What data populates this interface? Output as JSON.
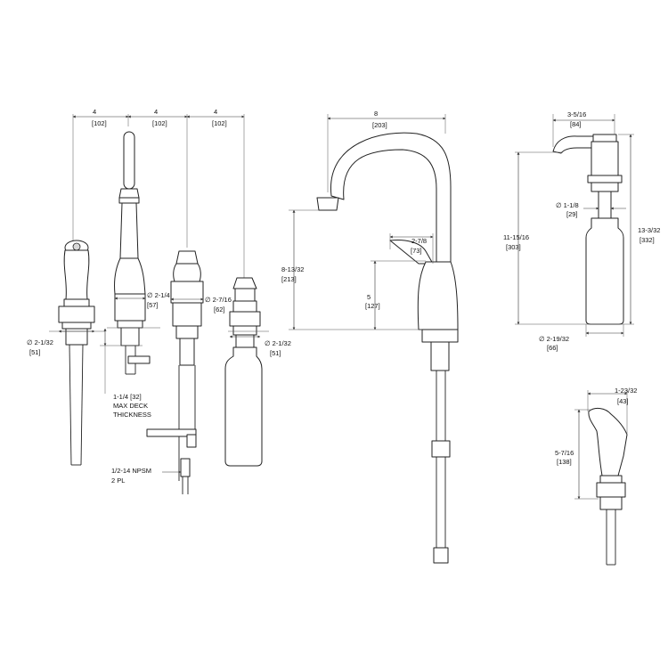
{
  "dimensions": {
    "spacing_1": "4",
    "spacing_1_mm": "[102]",
    "spacing_2": "4",
    "spacing_2_mm": "[102]",
    "spacing_3": "4",
    "spacing_3_mm": "[102]",
    "sprayer_shank_dia": "∅ 2-1/32",
    "sprayer_shank_dia_mm": "[51]",
    "faucet_body_dia": "∅ 2-1/4",
    "faucet_body_dia_mm": "[57]",
    "handle_dia": "∅ 2-7/16",
    "handle_dia_mm": "[62]",
    "soap_shank_dia": "∅ 2-1/32",
    "soap_shank_dia_mm": "[51]",
    "max_deck_line1": "1-1/4  [32]",
    "max_deck_line2": "MAX  DECK",
    "max_deck_line3": "THICKNESS",
    "npsm_line1": "1/2-14  NPSM",
    "npsm_line2": "2  PL",
    "spout_reach": "8",
    "spout_reach_mm": "[203]",
    "spout_height": "8-13/32",
    "spout_height_mm": "[213]",
    "handle_reach": "2-7/8",
    "handle_reach_mm": "[73]",
    "handle_height": "5",
    "handle_height_mm": "[127]",
    "pump_reach": "3-5/16",
    "pump_reach_mm": "[84]",
    "pump_stem_dia": "∅ 1-1/8",
    "pump_stem_dia_mm": "[29]",
    "soap_height": "11-15/16",
    "soap_height_mm": "[303]",
    "soap_total_height": "13-3/32",
    "soap_total_height_mm": "[332]",
    "soap_bottle_dia": "∅ 2-19/32",
    "soap_bottle_dia_mm": "[66]",
    "spray_width": "1-23/32",
    "spray_width_mm": "[43]",
    "spray_height": "5-7/16",
    "spray_height_mm": "[138]"
  }
}
